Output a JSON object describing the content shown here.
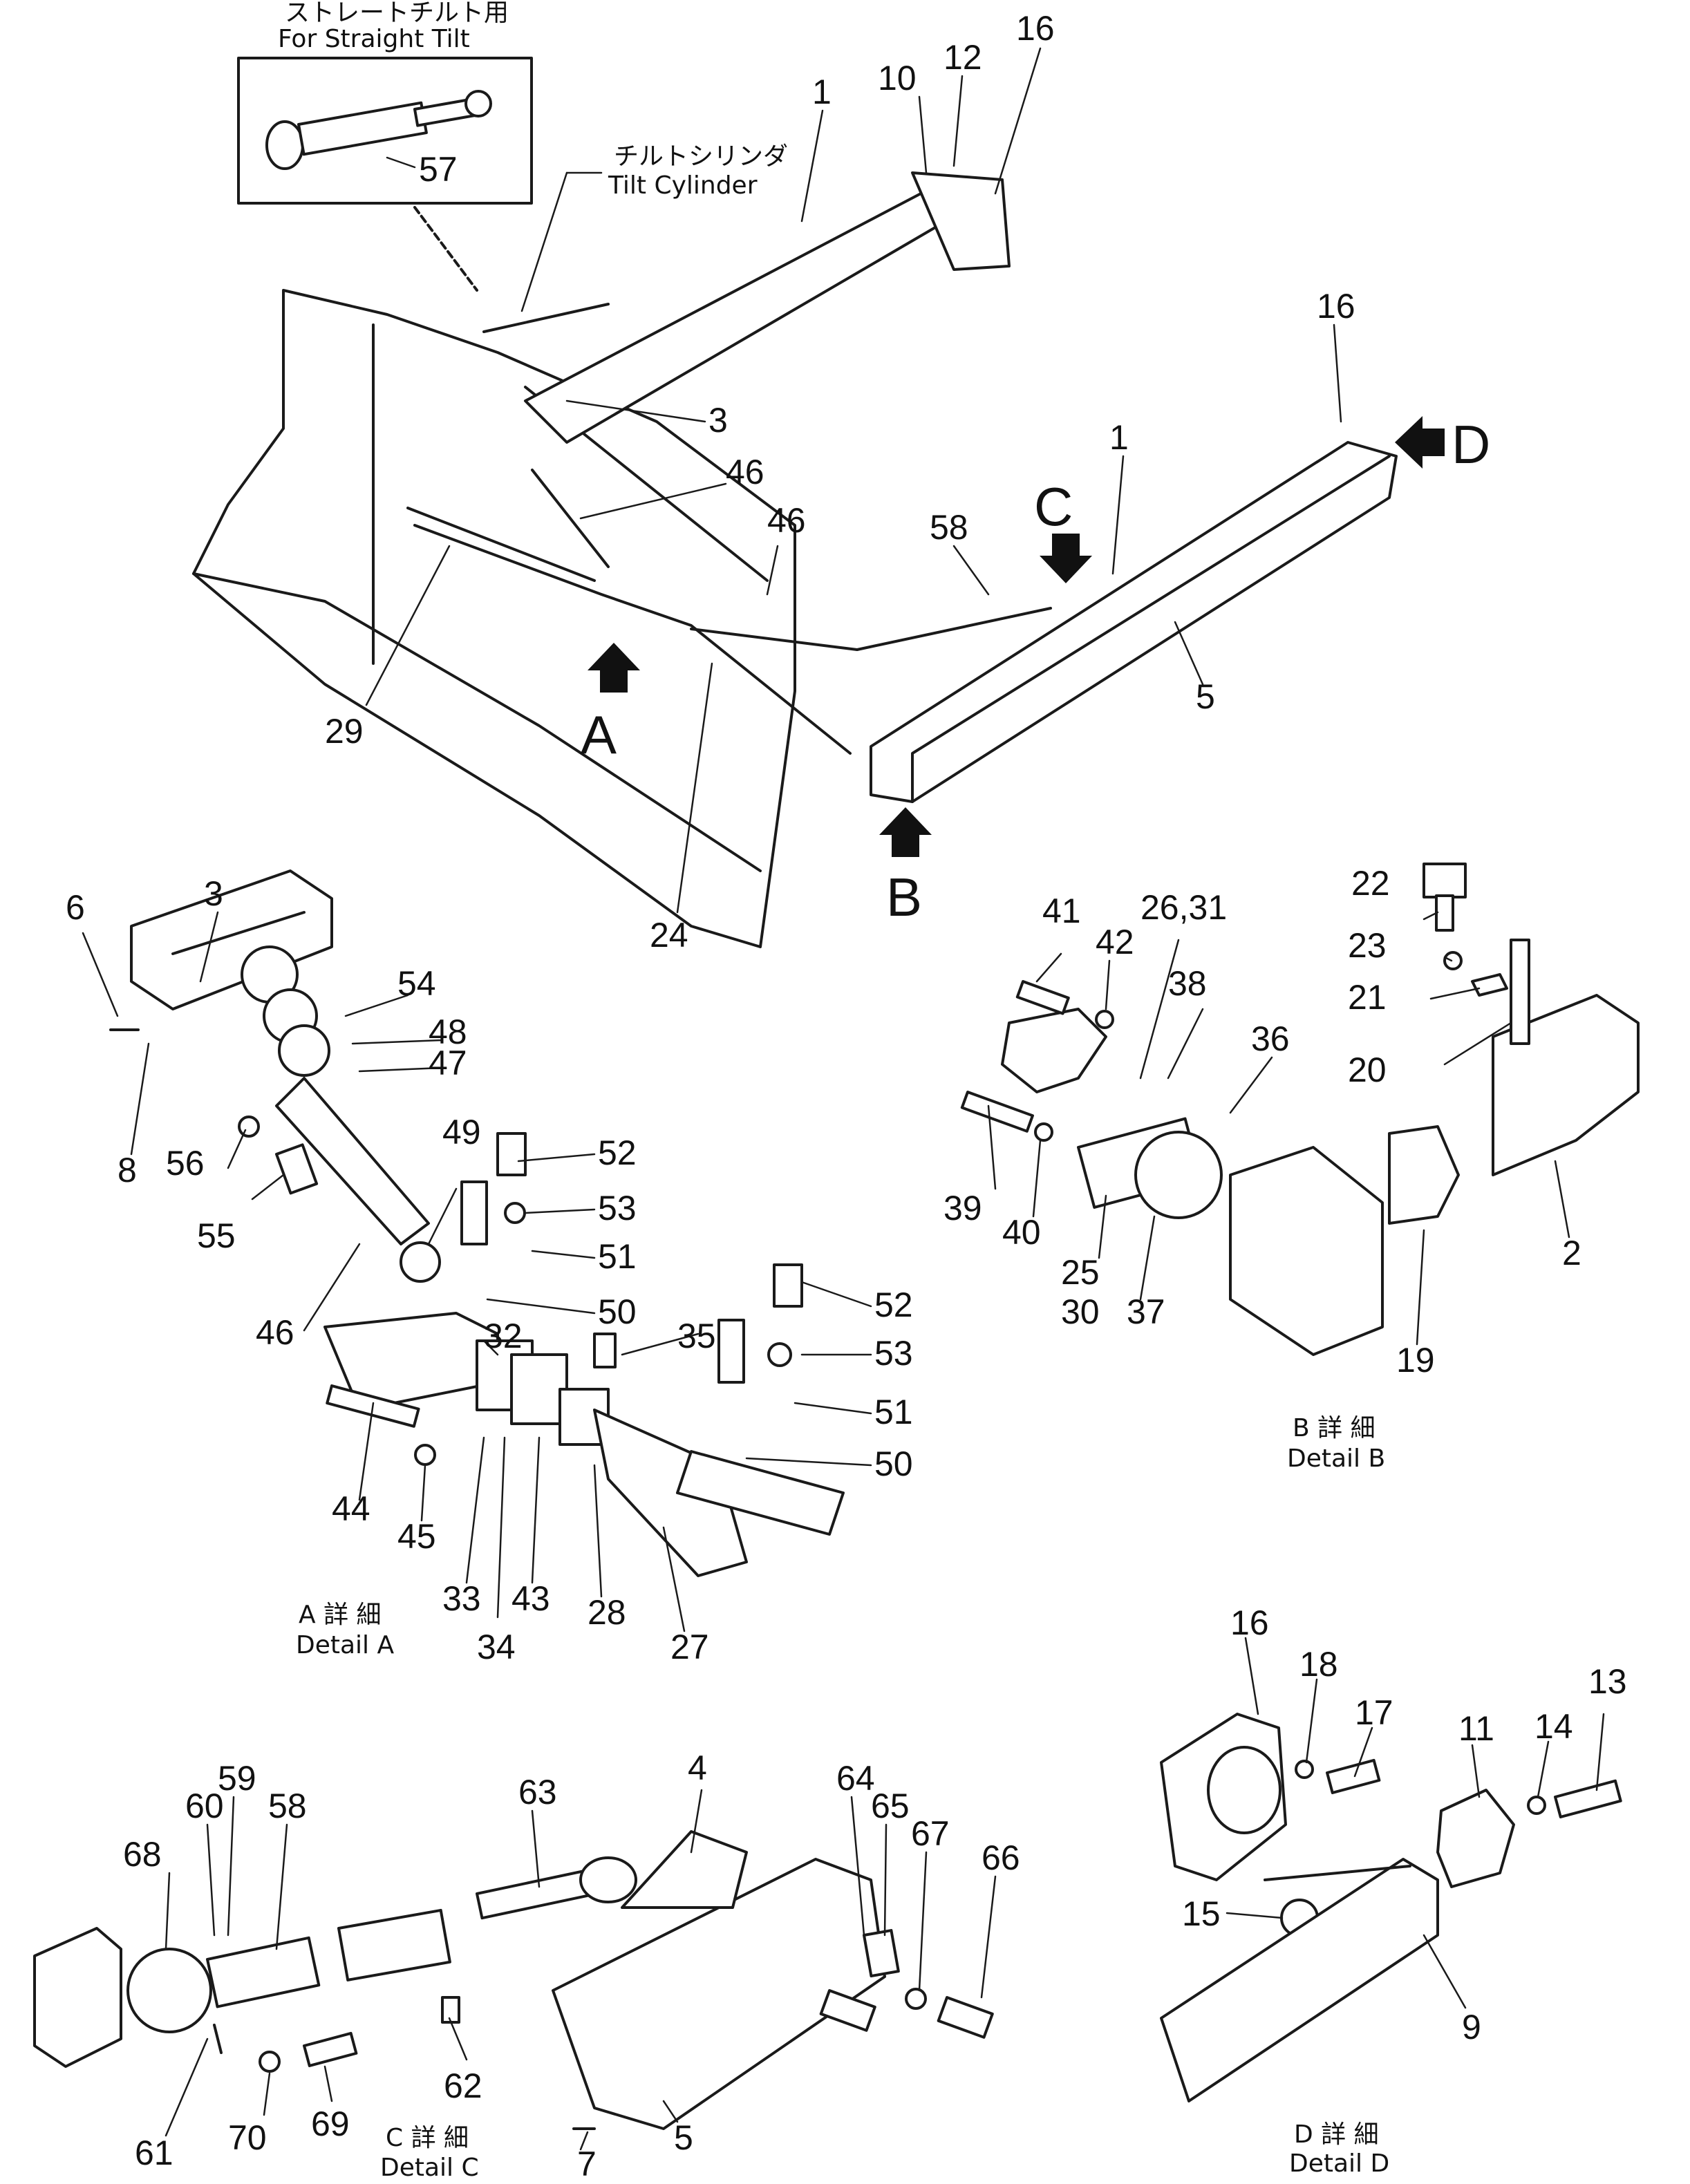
{
  "inset": {
    "caption_jp": "ストレートチルト用",
    "caption_en": "For Straight Tilt",
    "part": "57"
  },
  "tilt_cylinder": {
    "label_jp": "チルトシリンダ",
    "label_en": "Tilt Cylinder"
  },
  "main_view": {
    "parts": [
      "1",
      "10",
      "12",
      "16",
      "3",
      "16",
      "1",
      "46",
      "46",
      "58",
      "5",
      "29",
      "24"
    ],
    "views": [
      "A",
      "B",
      "C",
      "D"
    ]
  },
  "detail_a": {
    "caption_jp": "A 詳 細",
    "caption_en": "Detail A",
    "parts": [
      "6",
      "3",
      "54",
      "48",
      "47",
      "8",
      "56",
      "49",
      "52",
      "53",
      "55",
      "51",
      "50",
      "46",
      "32",
      "52",
      "35",
      "53",
      "51",
      "44",
      "50",
      "45",
      "33",
      "34",
      "43",
      "28",
      "27"
    ]
  },
  "detail_b": {
    "caption_jp": "B 詳 細",
    "caption_en": "Detail B",
    "parts": [
      "22",
      "41",
      "42",
      "26,31",
      "23",
      "38",
      "21",
      "36",
      "20",
      "39",
      "40",
      "25",
      "30",
      "37",
      "2",
      "19"
    ]
  },
  "detail_c": {
    "caption_jp": "C 詳 細",
    "caption_en": "Detail C",
    "parts": [
      "4",
      "59",
      "63",
      "64",
      "65",
      "60",
      "58",
      "67",
      "68",
      "66",
      "62",
      "61",
      "70",
      "69",
      "5",
      "7"
    ]
  },
  "detail_d": {
    "caption_jp": "D 詳 細",
    "caption_en": "Detail D",
    "parts": [
      "16",
      "18",
      "17",
      "13",
      "11",
      "14",
      "15",
      "9"
    ]
  }
}
